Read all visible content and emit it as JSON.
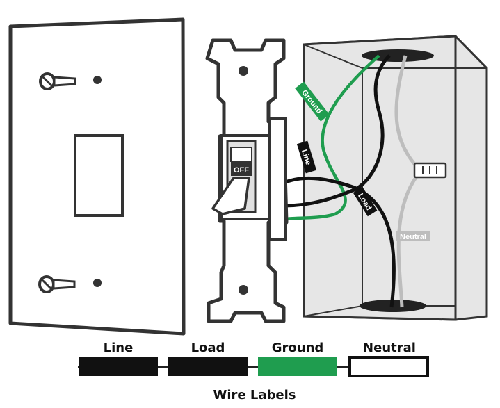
{
  "switch": {
    "off_label": "OFF"
  },
  "wire_tags": {
    "ground": "Ground",
    "line": "Line",
    "load": "Load",
    "neutral": "Neutral"
  },
  "legend": {
    "title": "Wire Labels",
    "items": [
      {
        "label": "Line",
        "color": "#111111"
      },
      {
        "label": "Load",
        "color": "#111111"
      },
      {
        "label": "Ground",
        "color": "#1f9d4f"
      },
      {
        "label": "Neutral",
        "color": "#ffffff"
      }
    ]
  },
  "colors": {
    "outline": "#333333",
    "ground_wire": "#1f9d4f",
    "hot_wire": "#111111",
    "neutral_wire": "#bdbdbd",
    "box_fill": "#e6e6e6"
  }
}
